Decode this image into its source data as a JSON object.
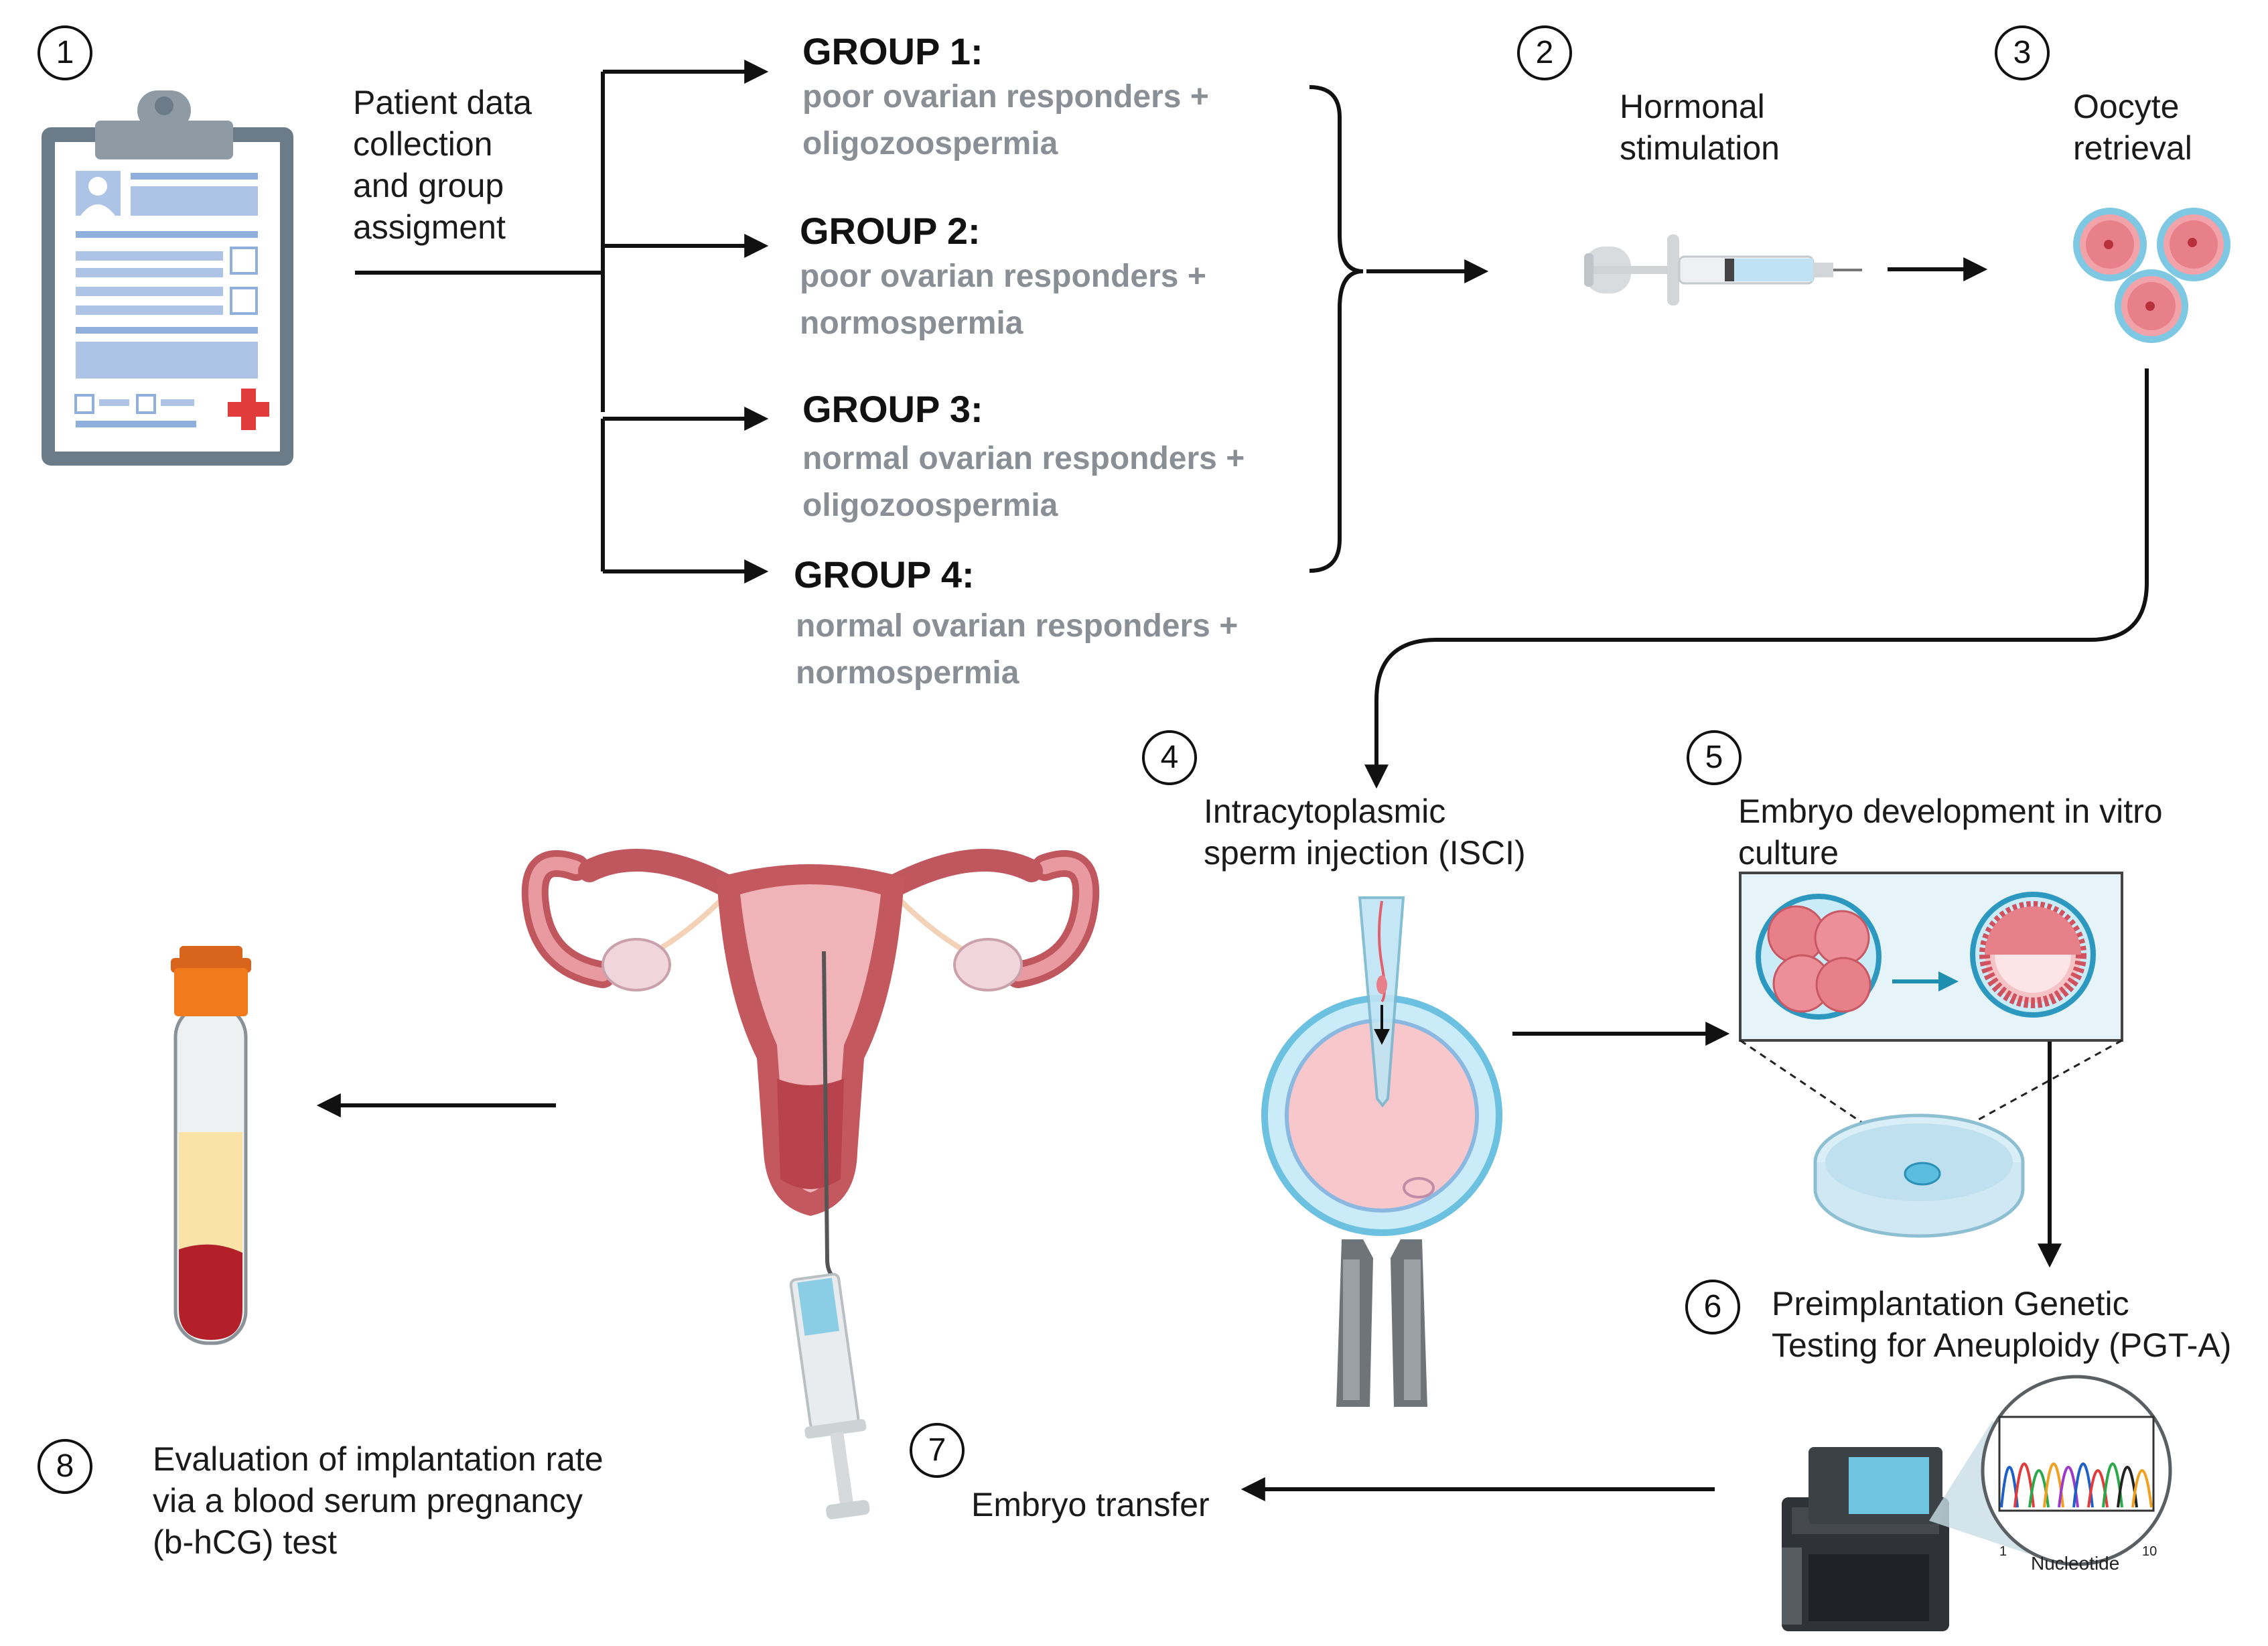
{
  "steps": [
    {
      "number": "1",
      "label": "Patient data\ncollection\nand group\nassigment"
    },
    {
      "number": "2",
      "label": "Hormonal\nstimulation"
    },
    {
      "number": "3",
      "label": "Oocyte\nretrieval"
    },
    {
      "number": "4",
      "label": "Intracytoplasmic\nsperm injection (ISCI)"
    },
    {
      "number": "5",
      "label": "Embryo development in vitro\nculture"
    },
    {
      "number": "6",
      "label": "Preimplantation Genetic\nTesting for Aneuploidy (PGT-A)"
    },
    {
      "number": "7",
      "label": "Embryo transfer"
    },
    {
      "number": "8",
      "label": "Evaluation of implantation rate\nvia a blood serum pregnancy\n(b-hCG) test"
    }
  ],
  "groups": [
    {
      "title": "GROUP 1:",
      "description": "poor ovarian responders +\noligozoospermia"
    },
    {
      "title": "GROUP 2:",
      "description": "poor ovarian responders +\nnormospermia"
    },
    {
      "title": "GROUP 3:",
      "description": "normal ovarian responders +\noligozoospermia"
    },
    {
      "title": "GROUP 4:",
      "description": "normal ovarian responders +\nnormospermia"
    }
  ],
  "sequencer": {
    "axis_label": "Nucleotide",
    "tick_start": "1",
    "tick_end": "10"
  },
  "colors": {
    "arrow": "#111111",
    "group_text": "#8a8f96",
    "cell": "#e8808a",
    "zona": "#5bbde0",
    "blood": "#b3202a",
    "cap": "#f07a1c"
  }
}
